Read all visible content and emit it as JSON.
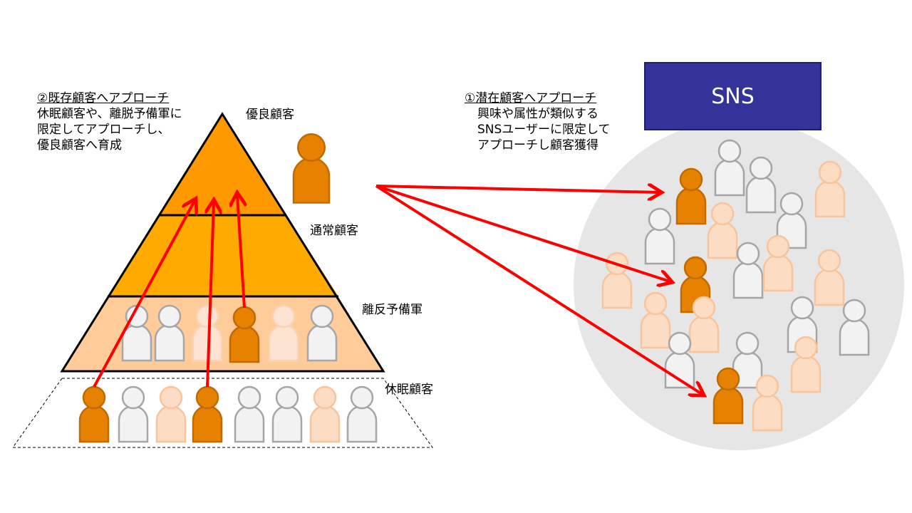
{
  "left_note": {
    "heading": "②既存顧客へアプローチ",
    "lines": [
      "休眠顧客や、離脱予備軍に",
      "限定してアプローチし、",
      "優良顧客へ育成"
    ]
  },
  "right_note": {
    "heading": "①潜在顧客へアプローチ",
    "lines": [
      "興味や属性が類似する",
      "SNSユーザーに限定して",
      "アプローチし顧客獲得"
    ]
  },
  "pyramid": {
    "tiers": [
      "優良顧客",
      "通常顧客",
      "離反予備軍",
      "休眠顧客"
    ]
  },
  "sns_label": "SNS",
  "colors": {
    "tier_top": "#FF9900",
    "tier_mid": "#FFAA00",
    "tier_low": "#FFCC99",
    "person_dark": "#E68200",
    "person_gray": "#F2F2F2",
    "person_peach": "#FDDCC4",
    "arrow": "#FF0000",
    "sns_box": "#333399",
    "circle": "#E6E6E6"
  }
}
